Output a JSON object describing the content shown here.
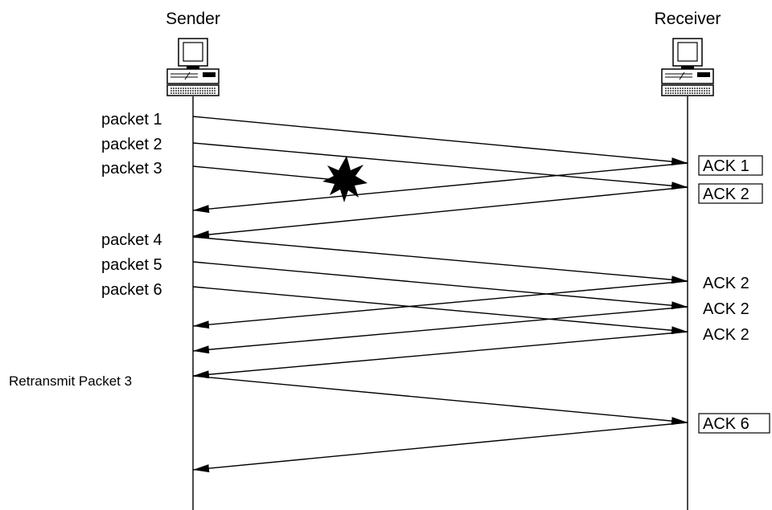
{
  "nodes": {
    "sender": "Sender",
    "receiver": "Receiver"
  },
  "sender_labels": {
    "packet_1": "packet 1",
    "packet_2": "packet 2",
    "packet_3": "packet 3",
    "packet_4": "packet 4",
    "packet_5": "packet 5",
    "packet_6": "packet 6",
    "retransmit": "Retransmit Packet 3"
  },
  "receiver_labels": {
    "ack_a": "ACK 1",
    "ack_b": "ACK 2",
    "ack_c": "ACK 2",
    "ack_d": "ACK 2",
    "ack_e": "ACK 2",
    "ack_f": "ACK 6"
  },
  "icons": {
    "sender": "desktop-computer-icon",
    "receiver": "desktop-computer-icon",
    "loss": "explosion-icon"
  },
  "colors": {
    "line": "#000000",
    "background": "#ffffff"
  }
}
